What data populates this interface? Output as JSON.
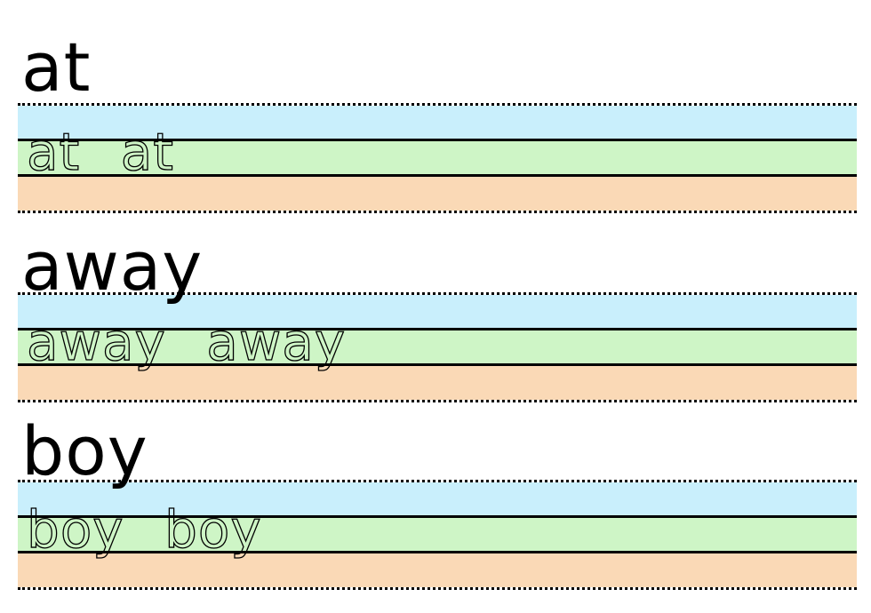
{
  "worksheet": {
    "words": [
      {
        "word": "at",
        "traces": [
          "at",
          "at"
        ]
      },
      {
        "word": "away",
        "traces": [
          "away",
          "away"
        ]
      },
      {
        "word": "boy",
        "traces": [
          "boy",
          "boy"
        ]
      }
    ],
    "colors": {
      "top_band": "#c9effc",
      "body_band": "#cef5c6",
      "tail_band": "#fad9b6",
      "lines": "#000000"
    }
  }
}
